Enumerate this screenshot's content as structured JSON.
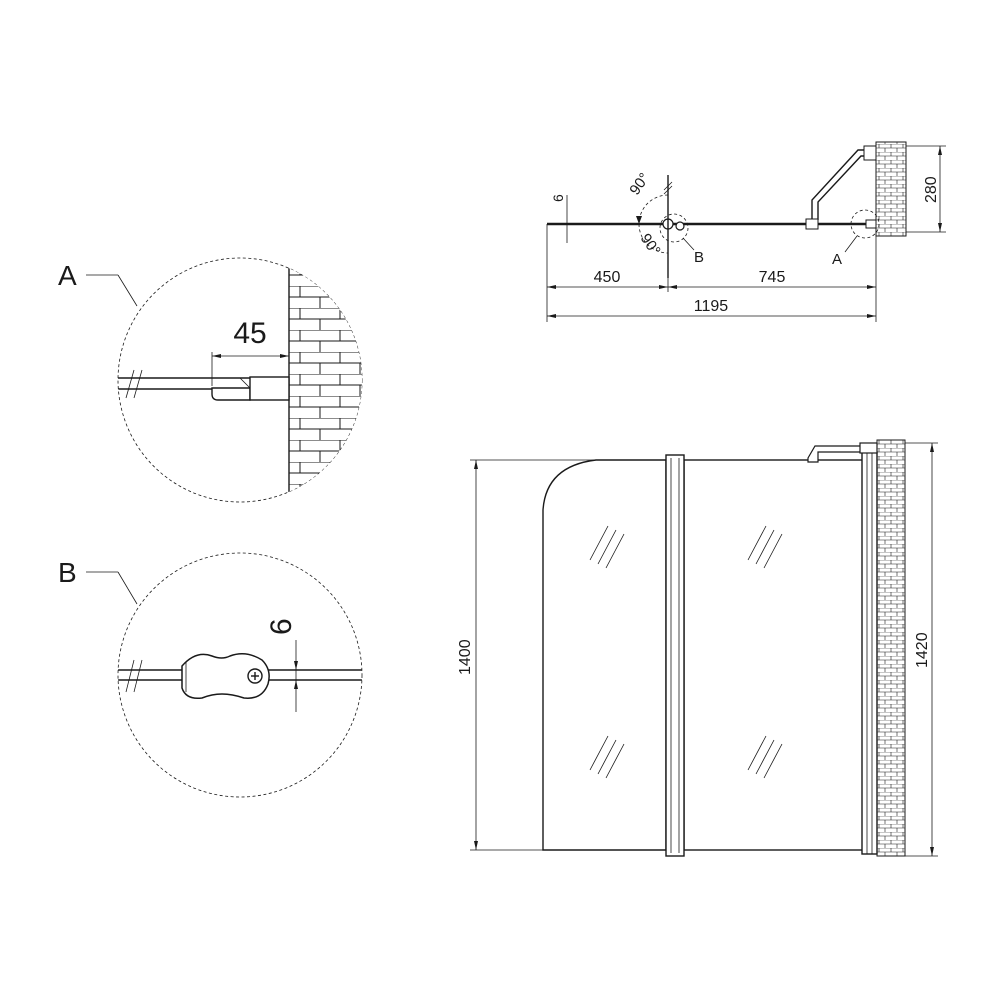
{
  "plan": {
    "dim_thickness": "6",
    "angle_top": "90°",
    "angle_bottom": "90°",
    "label_b": "B",
    "label_a": "A",
    "dim_left": "450",
    "dim_right": "745",
    "dim_total": "1195",
    "dim_depth": "280"
  },
  "detail_a": {
    "label": "A",
    "dim": "45"
  },
  "detail_b": {
    "label": "B",
    "dim": "6"
  },
  "elevation": {
    "dim_height": "1400",
    "dim_total_height": "1420"
  }
}
